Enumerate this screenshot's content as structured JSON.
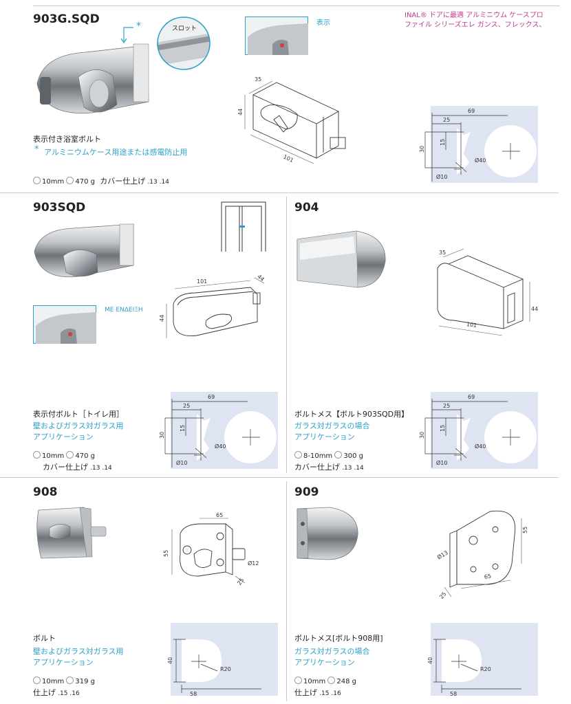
{
  "colors": {
    "accent": "#2aa0c9",
    "magenta": "#c0398a",
    "panel": "#dfe4f2",
    "divider": "#c8c8c8"
  },
  "s1": {
    "code": "903G.SQD",
    "asterisk": "*",
    "slot_label": "スロット",
    "indicator_label": "表示",
    "note": "INAL® ドアに最適 アルミニウム ケースプロファイル シリーズエレ ガンス、フレックス、",
    "desc": "表示付き浴室ボルト",
    "star_note": "アルミニウムケース用途または感電防止用",
    "glass": "10mm",
    "weight": "470 g",
    "finish_label": "カバー仕上げ",
    "finish": ".13 .14",
    "dims": {
      "d35": "35",
      "d44": "44",
      "d101": "101"
    },
    "plan": {
      "d69": "69",
      "d25": "25",
      "d30": "30",
      "d15": "15",
      "d40": "Ø40",
      "d10": "Ø10"
    }
  },
  "s2": {
    "code": "903SQD",
    "indicator_caption": "ΜΕ ΕΝΔΕΙΞΗ",
    "desc": "表示付ボルト［トイレ用］",
    "app1": "壁およびガラス対ガラス用",
    "app2": "アプリケーション",
    "glass": "10mm",
    "weight": "470 g",
    "finish_label": "カバー仕上げ",
    "finish": ".13 .14",
    "dims": {
      "d101": "101",
      "d44a": "44",
      "d44b": "44"
    },
    "plan": {
      "d69": "69",
      "d25": "25",
      "d30": "30",
      "d15": "15",
      "d40": "Ø40",
      "d10": "Ø10"
    }
  },
  "s3": {
    "code": "904",
    "desc": "ボルトメス【ボルト903SQD用】",
    "app1": "ガラス対ガラスの場合",
    "app2": "アプリケーション",
    "glass": "8-10mm",
    "weight": "300 g",
    "finish_label": "カバー仕上げ",
    "finish": ".13 .14",
    "dims": {
      "d35": "35",
      "d44": "44",
      "d101": "101"
    },
    "plan": {
      "d69": "69",
      "d25": "25",
      "d30": "30",
      "d15": "15",
      "d40": "Ø40",
      "d10": "Ø10"
    }
  },
  "s4": {
    "code": "908",
    "desc": "ボルト",
    "app1": "壁およびガラス対ガラス用",
    "app2": "アプリケーション",
    "glass": "10mm",
    "weight": "319 g",
    "finish_label": "仕上げ",
    "finish": ".15 .16",
    "dims": {
      "d65": "65",
      "d55": "55",
      "d12": "Ø12",
      "d25": "25"
    },
    "plan": {
      "d40": "40",
      "d58": "58",
      "r20": "R20"
    }
  },
  "s5": {
    "code": "909",
    "desc": "ボルトメス[ボルト908用]",
    "app1": "ガラス対ガラスの場合",
    "app2": "アプリケーション",
    "glass": "10mm",
    "weight": "248 g",
    "finish_label": "仕上げ",
    "finish": ".15 .16",
    "dims": {
      "d55": "55",
      "d13": "Ø13",
      "d65": "65",
      "d25": "25"
    },
    "plan": {
      "d40": "40",
      "d58": "58",
      "r20": "R20"
    }
  }
}
